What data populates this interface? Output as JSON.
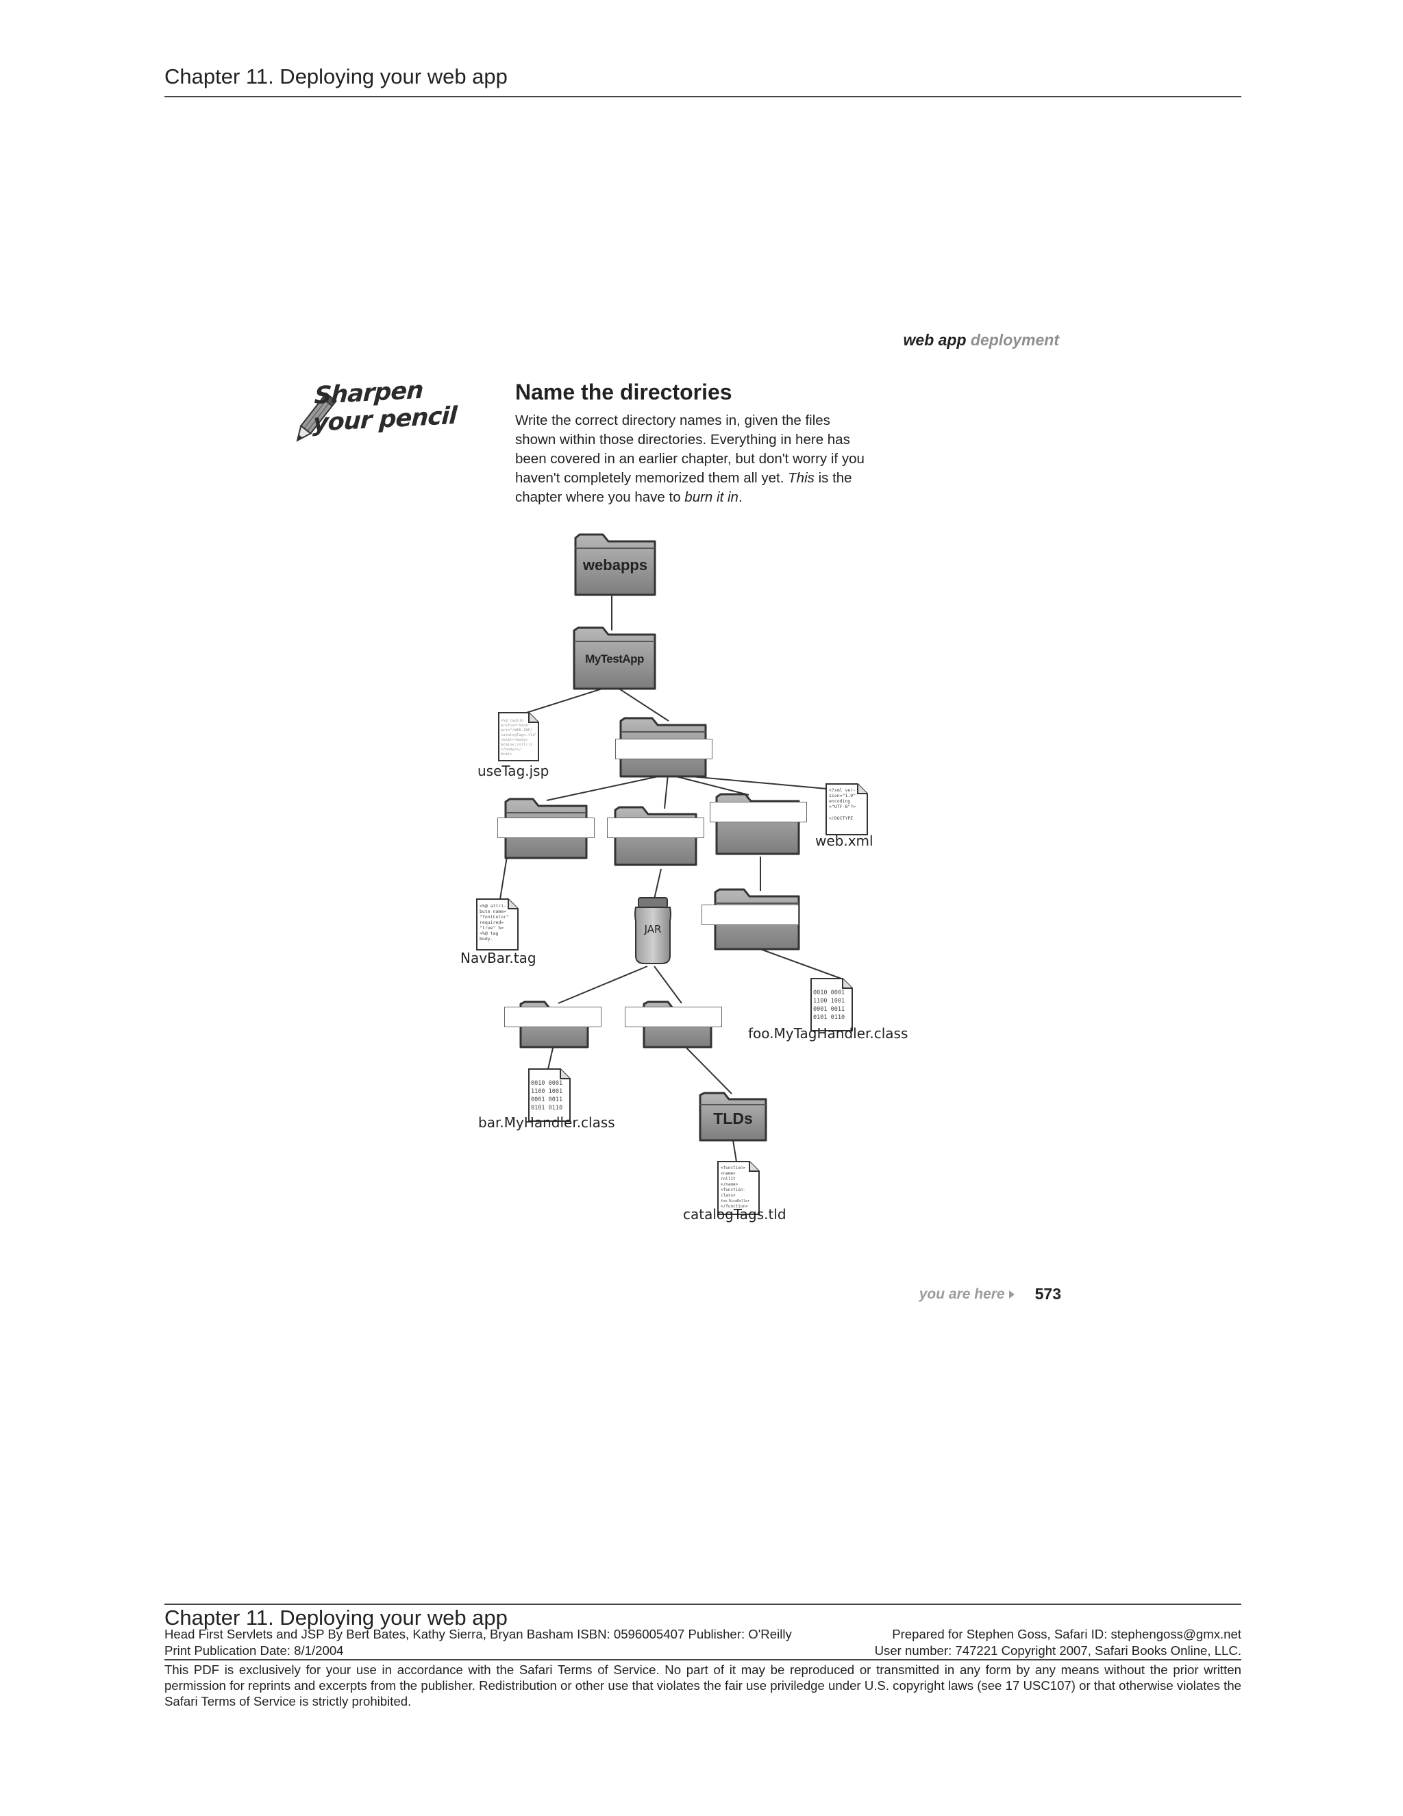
{
  "header": {
    "title": "Chapter 11. Deploying your web app"
  },
  "running_head": {
    "part1": "web app",
    "part2": "deployment"
  },
  "exercise": {
    "badge": "Sharpen your pencil",
    "title": "Name the directories",
    "text_part1": "Write the correct directory names in, given the files shown within those directories. Everything in here has been covered in an earlier chapter, but don't worry if you haven't completely memorized them all yet. ",
    "text_em1": "This",
    "text_part2": " is the chapter where you have to ",
    "text_em2": "burn it in",
    "text_part3": "."
  },
  "diagram": {
    "folders": {
      "webapps": "webapps",
      "mytestapp": "MyTestApp",
      "tlds": "TLDs"
    },
    "jar_label": "JAR",
    "files": {
      "usetag": "useTag.jsp",
      "webxml": "web.xml",
      "navbar": "NavBar.tag",
      "foohandler": "foo.MyTagHandler.class",
      "barhandler": "bar.MyHandler.class",
      "catalogtags": "catalogTags.tld"
    },
    "file_snippets": {
      "usetag": [
        "<%@ taglib",
        "prefix=\"mine\"",
        "uri=\"/WEB-INF/",
        "catalogTags.tld\"",
        "<html><body>",
        "${mine:roll()}",
        "</body></",
        "html>"
      ],
      "webxml": [
        "<?xml ver-",
        "sion=\"1.0\"",
        "encoding",
        "=\"UTF-8\"?>",
        "",
        "<!DOCTYPE"
      ],
      "navbar": [
        "<%@ attri-",
        "bute name=",
        "\"fontColor\"",
        "required=",
        "\"true\" %>",
        "<%@ tag",
        "body-"
      ],
      "binary": [
        "0010 0001",
        "1100 1001",
        "0001 0011",
        "0101 0110"
      ],
      "tld": [
        "<function>",
        "<name>",
        "rollIt",
        "</name>",
        "<function-",
        "class>",
        "foo.DiceRoller",
        "</function>"
      ]
    }
  },
  "page": {
    "you_are_here": "you are here",
    "number": "573"
  },
  "footer": {
    "title": "Chapter 11. Deploying your web app",
    "line1_left": "Head First Servlets and JSP By Bert Bates, Kathy Sierra, Bryan Basham ISBN: 0596005407 Publisher: O'Reilly",
    "line1_right": "Prepared for Stephen Goss, Safari ID: stephengoss@gmx.net",
    "line2_left": "Print Publication Date: 8/1/2004",
    "line2_right": "User number: 747221 Copyright 2007, Safari Books Online, LLC.",
    "legal": "This PDF is exclusively for your use in accordance with the Safari Terms of Service. No part of it may be reproduced or transmitted in any form by any means without the prior written permission for reprints and excerpts from the publisher. Redistribution or other use that violates the fair use priviledge under U.S. copyright laws (see 17 USC107) or that otherwise violates the Safari Terms of Service is strictly prohibited."
  }
}
